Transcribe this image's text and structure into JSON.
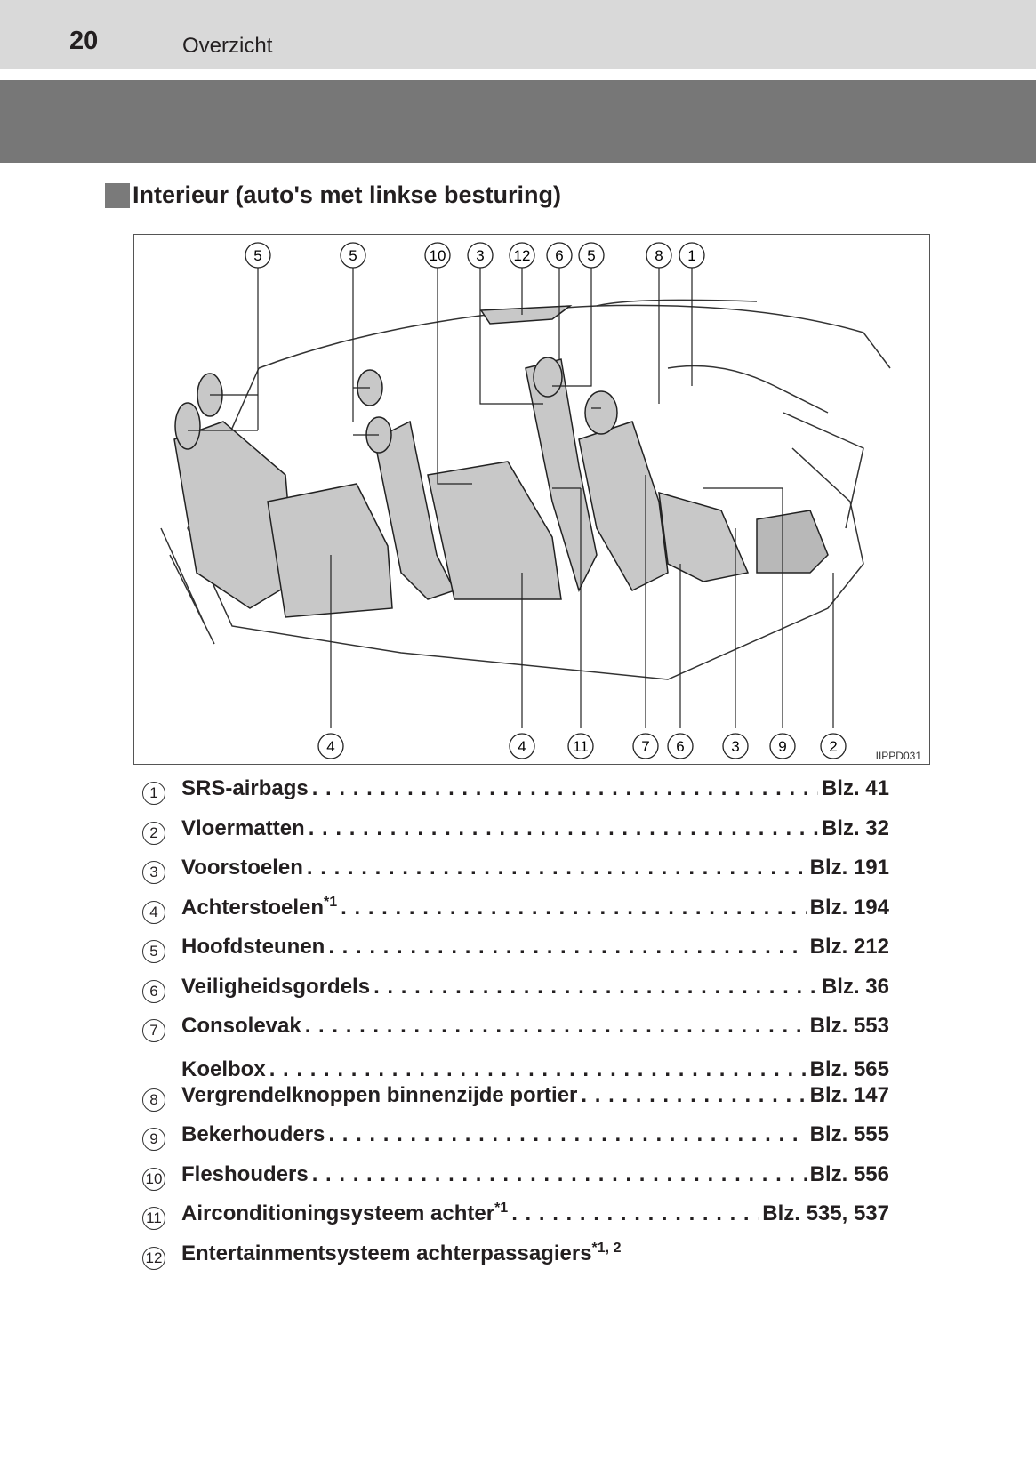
{
  "header": {
    "page_number": "20",
    "section": "Overzicht"
  },
  "heading": "Interieur (auto's met linkse besturing)",
  "figure": {
    "code": "IIPPD031",
    "top_callouts": [
      "5",
      "5",
      "10",
      "3",
      "12",
      "6",
      "5",
      "8",
      "1"
    ],
    "bottom_callouts": [
      "4",
      "4",
      "11",
      "7",
      "6",
      "3",
      "9",
      "2"
    ]
  },
  "items": [
    {
      "num": "1",
      "label": "SRS-airbags",
      "sup": "",
      "page": "Blz. 41"
    },
    {
      "num": "2",
      "label": "Vloermatten",
      "sup": "",
      "page": "Blz. 32"
    },
    {
      "num": "3",
      "label": "Voorstoelen",
      "sup": "",
      "page": "Blz. 191"
    },
    {
      "num": "4",
      "label": "Achterstoelen",
      "sup": "*1",
      "page": "Blz. 194"
    },
    {
      "num": "5",
      "label": "Hoofdsteunen",
      "sup": "",
      "page": "Blz. 212"
    },
    {
      "num": "6",
      "label": "Veiligheidsgordels",
      "sup": "",
      "page": "Blz. 36"
    },
    {
      "num": "7",
      "label": "Consolevak",
      "sup": "",
      "page": "Blz. 553"
    },
    {
      "num": "",
      "label": "Koelbox",
      "sup": "",
      "page": "Blz. 565"
    },
    {
      "num": "8",
      "label": "Vergrendelknoppen binnenzijde portier",
      "sup": "",
      "page": "Blz. 147"
    },
    {
      "num": "9",
      "label": "Bekerhouders",
      "sup": "",
      "page": "Blz. 555"
    },
    {
      "num": "10",
      "label": "Fleshouders",
      "sup": "",
      "page": "Blz. 556"
    },
    {
      "num": "11",
      "label": "Airconditioningsysteem achter",
      "sup": "*1",
      "page": "Blz. 535, 537"
    },
    {
      "num": "12",
      "label": "Entertainmentsysteem achterpassagiers",
      "sup": "*1, 2",
      "page": ""
    }
  ]
}
